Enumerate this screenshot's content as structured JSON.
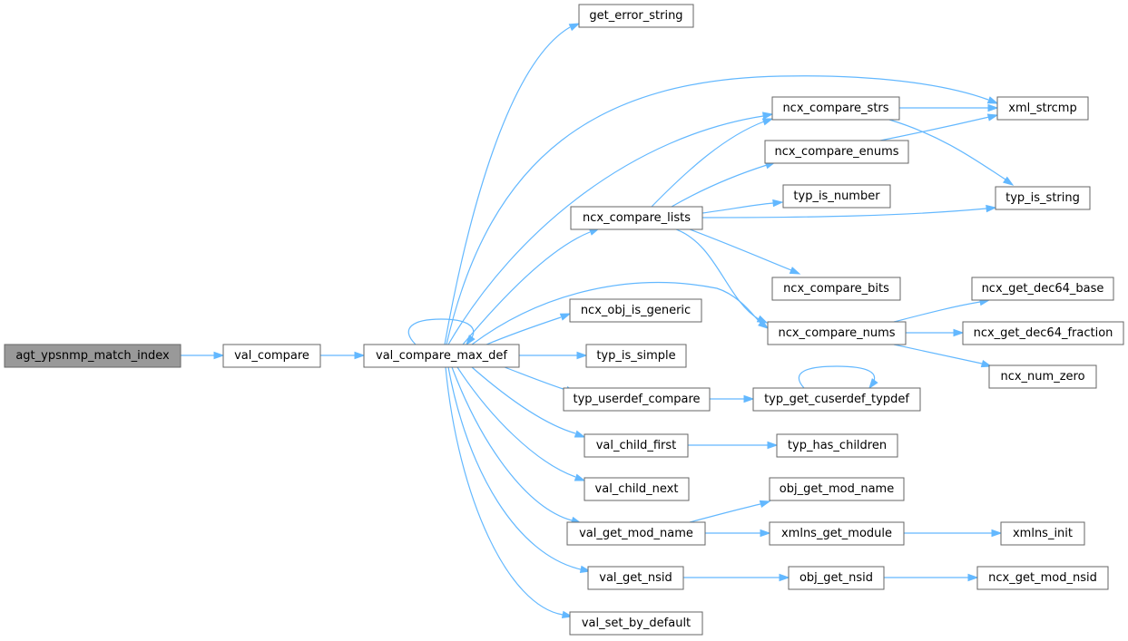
{
  "graph": {
    "nodes": {
      "agt_ypsnmp_match_index": "agt_ypsnmp_match_index",
      "val_compare": "val_compare",
      "val_compare_max_def": "val_compare_max_def",
      "get_error_string": "get_error_string",
      "ncx_compare_strs": "ncx_compare_strs",
      "xml_strcmp": "xml_strcmp",
      "ncx_compare_enums": "ncx_compare_enums",
      "typ_is_number": "typ_is_number",
      "typ_is_string": "typ_is_string",
      "ncx_compare_lists": "ncx_compare_lists",
      "ncx_compare_bits": "ncx_compare_bits",
      "ncx_get_dec64_base": "ncx_get_dec64_base",
      "ncx_obj_is_generic": "ncx_obj_is_generic",
      "ncx_compare_nums": "ncx_compare_nums",
      "ncx_get_dec64_fraction": "ncx_get_dec64_fraction",
      "typ_is_simple": "typ_is_simple",
      "ncx_num_zero": "ncx_num_zero",
      "typ_userdef_compare": "typ_userdef_compare",
      "typ_get_cuserdef_typdef": "typ_get_cuserdef_typdef",
      "val_child_first": "val_child_first",
      "typ_has_children": "typ_has_children",
      "val_child_next": "val_child_next",
      "obj_get_mod_name": "obj_get_mod_name",
      "val_get_mod_name": "val_get_mod_name",
      "xmlns_get_module": "xmlns_get_module",
      "xmlns_init": "xmlns_init",
      "val_get_nsid": "val_get_nsid",
      "obj_get_nsid": "obj_get_nsid",
      "ncx_get_mod_nsid": "ncx_get_mod_nsid",
      "val_set_by_default": "val_set_by_default"
    }
  }
}
